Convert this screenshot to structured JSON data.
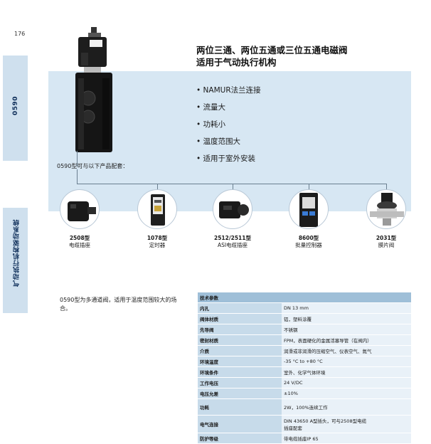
{
  "page": {
    "number": "176",
    "side_code": "0590",
    "side_category": "气动执行机构驱动系统"
  },
  "title": [
    "两位三通、两位五通或三位五通电磁阀",
    "适用于气动执行机构"
  ],
  "features": [
    "NAMUR法兰连接",
    "流量大",
    "功耗小",
    "温度范围大",
    "适用于室外安装"
  ],
  "accessory_note": "0590型可与以下产品配套：",
  "accessories": [
    {
      "model": "2508型",
      "desc": "电缆插座",
      "icon": "cable-plug-icon"
    },
    {
      "model": "1078型",
      "desc": "定时器",
      "icon": "timer-icon"
    },
    {
      "model": "2512/2511型",
      "desc": "ASI电缆插座",
      "icon": "asi-cable-plug-icon"
    },
    {
      "model": "8600型",
      "desc": "批量控制器",
      "icon": "batch-controller-icon"
    },
    {
      "model": "2031型",
      "desc": "膜片阀",
      "icon": "diaphragm-valve-icon"
    }
  ],
  "intro": "0590型为多通道阀，适用于温度范围较大的场合。",
  "spec": {
    "header": "技术参数",
    "rows": [
      {
        "param": "内孔",
        "value": "DN 13 mm"
      },
      {
        "param": "阀体材质",
        "value": "铝，塑料涂覆"
      },
      {
        "param": "先导阀",
        "value": "不锈钢"
      },
      {
        "param": "密封材质",
        "value": "FPM，表面硬化的金属活塞导管（在阀内）"
      },
      {
        "param": "介质",
        "value": "润滑或非润滑的压缩空气、仪表空气、氮气"
      },
      {
        "param": "环境温度",
        "value": "-35 °C to +80 °C"
      },
      {
        "param": "环境条件",
        "value": "室外、化学气体环境"
      },
      {
        "param": "工作电压",
        "value": "24 V/DC"
      },
      {
        "param": "电压允差",
        "value": "±10%"
      },
      {
        "param": "功耗",
        "value": "2W，100%连续工作"
      },
      {
        "param": "电气连接",
        "value": "DIN 43650 A型插头，可与2508型电缆\n插座配套"
      },
      {
        "param": "防护等级",
        "value": "带电缆插座IP 65"
      }
    ]
  },
  "colors": {
    "band": "#d7e7f3",
    "side_tab": "#cfe0ee",
    "table_header": "#9fbfd8",
    "table_param": "#c7dbea",
    "table_value": "#e9f1f8"
  }
}
